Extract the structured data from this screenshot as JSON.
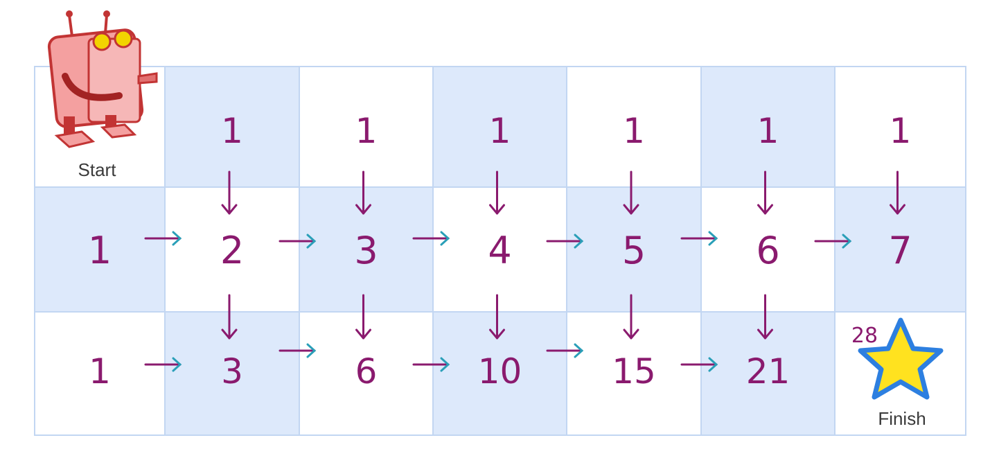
{
  "grid": {
    "cols": 7,
    "rows": 3,
    "colors": {
      "shade": "#dde9fb",
      "plain": "#ffffff",
      "line": "#c2d6f2"
    },
    "shaded": [
      [
        false,
        true,
        false,
        true,
        false,
        true,
        false
      ],
      [
        true,
        false,
        true,
        false,
        true,
        false,
        true
      ],
      [
        false,
        true,
        false,
        true,
        false,
        true,
        false
      ]
    ]
  },
  "labels": {
    "start": "Start",
    "finish": "Finish"
  },
  "row0_marks": [
    "1",
    "1",
    "1",
    "1",
    "1",
    "1"
  ],
  "row1_values": [
    "1",
    "2",
    "3",
    "4",
    "5",
    "6",
    "7"
  ],
  "row2_values": [
    "1",
    "3",
    "6",
    "10",
    "15",
    "21"
  ],
  "finish_value": "28",
  "colors": {
    "ink": "#8a1a6e",
    "arrow_tip": "#2a9fb8",
    "robot": "#d63a3a",
    "star": "#ffe21f",
    "star_edge": "#2d7fe0"
  },
  "icons": {
    "robot": "robot-icon",
    "finish": "star-icon"
  }
}
